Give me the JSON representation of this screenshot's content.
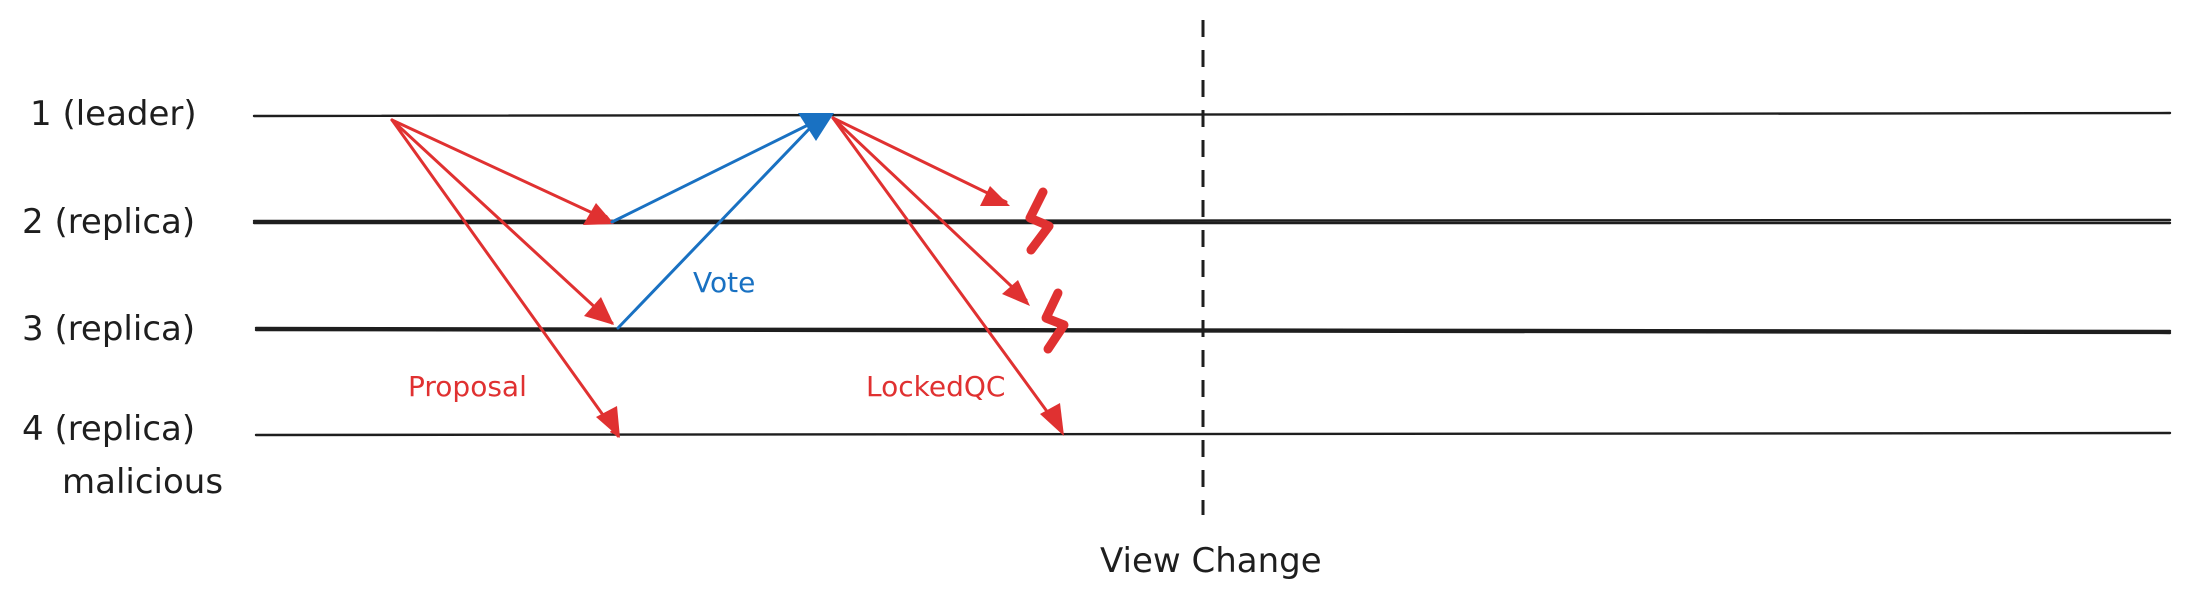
{
  "colors": {
    "ink": "#1e1e1e",
    "proposal": "#e03131",
    "vote": "#1971c2"
  },
  "nodes": [
    {
      "label": "1 (leader)"
    },
    {
      "label": "2 (replica)"
    },
    {
      "label": "3 (replica)"
    },
    {
      "label": "4 (replica)",
      "sublabel": "malicious"
    }
  ],
  "messages": {
    "proposal_label": "Proposal",
    "vote_label": "Vote",
    "locked_qc_label": "LockedQC"
  },
  "view_change": {
    "label": "View Change"
  }
}
